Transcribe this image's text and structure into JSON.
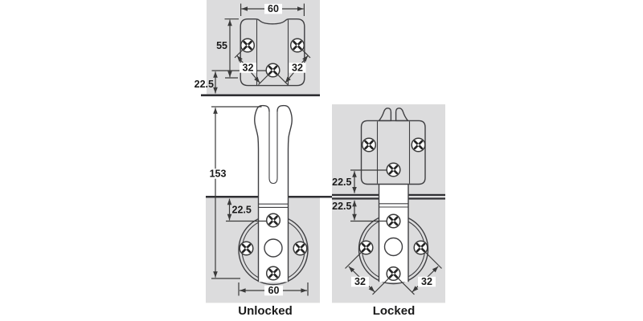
{
  "top_view": {
    "dim_width": "60",
    "dim_height": "55",
    "dim_row_left": "32",
    "dim_row_right": "32",
    "dim_edge": "22.5"
  },
  "unlocked_view": {
    "dim_height": "153",
    "dim_edge": "22.5",
    "dim_width": "60",
    "caption": "Unlocked"
  },
  "locked_view": {
    "dim_edge_top": "22.5",
    "dim_edge_bottom": "22.5",
    "dim_row_left": "32",
    "dim_row_right": "32",
    "caption": "Locked"
  },
  "colors": {
    "background": "#ffffff",
    "panel": "#dcdcdd",
    "panel_edge": "#2f2f33",
    "line": "#3a3a3a",
    "text": "#1a1a1a"
  }
}
